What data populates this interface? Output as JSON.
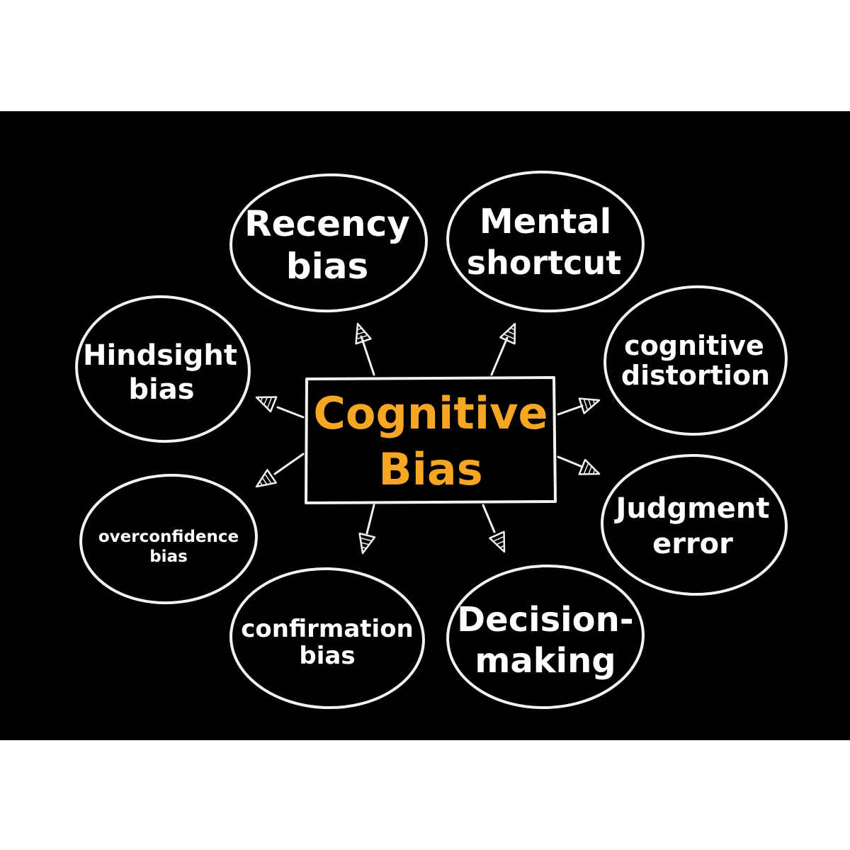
{
  "diagram": {
    "center": {
      "line1": "Cognitive",
      "line2": "Bias",
      "color": "#f5a623"
    },
    "nodes": {
      "recency": {
        "line1": "Recency",
        "line2": "bias"
      },
      "mental": {
        "line1": "Mental",
        "line2": "shortcut"
      },
      "distortion": {
        "line1": "cognitive",
        "line2": "distortion"
      },
      "judgment": {
        "line1": "Judgment",
        "line2": "error"
      },
      "decision": {
        "line1": "Decision-",
        "line2": "making"
      },
      "confirmation": {
        "line1": "confirmation",
        "line2": "bias"
      },
      "overconfidence": {
        "line1": "overconfidence",
        "line2": "bias"
      },
      "hindsight": {
        "line1": "Hindsight",
        "line2": "bias"
      }
    }
  },
  "colors": {
    "background": "#000000",
    "frame": "#ffffff",
    "chalk": "#f2f2f2",
    "accent": "#f5a623"
  }
}
